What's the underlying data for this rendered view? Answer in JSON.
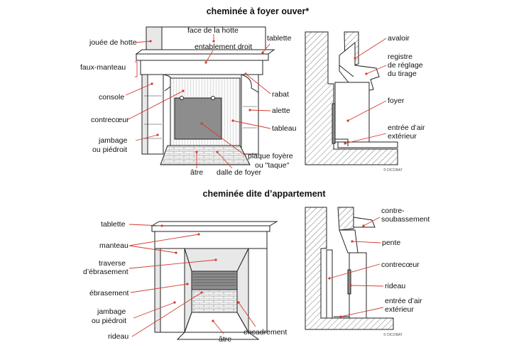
{
  "titles": {
    "top": "cheminée à foyer ouver*",
    "bottom": "cheminée dite d’appartement"
  },
  "top_left_labels": {
    "face_hotte": "face de la hotte",
    "joue_hotte": "jouée de hotte",
    "tablette": "tablette",
    "entablement": "entablement droit",
    "faux_manteau": "faux-manteau",
    "console": "console",
    "rabat": "rabat",
    "contrecoeur": "contrecœur",
    "alette": "alette",
    "tableau": "tableau",
    "jambage_1": "jambage",
    "jambage_2": "ou piédroit",
    "plaque_1": "plaque foyère",
    "plaque_2": "ou \"taque\"",
    "atre": "âtre",
    "dalle": "dalle de foyer"
  },
  "top_right_labels": {
    "avaloir": "avaloir",
    "registre_1": "registre",
    "registre_2": "de réglage",
    "registre_3": "du tirage",
    "foyer": "foyer",
    "entree_1": "entrée d’air",
    "entree_2": "extérieur",
    "copyright": "© DICOBAT"
  },
  "bottom_left_labels": {
    "tablette": "tablette",
    "manteau": "manteau",
    "traverse_1": "traverse",
    "traverse_2": "d’ébrasement",
    "ebrasement": "ébrasement",
    "jambage_1": "jambage",
    "jambage_2": "ou piédroit",
    "rideau": "rideau",
    "atre": "âtre",
    "encadrement": "encadrement"
  },
  "bottom_right_labels": {
    "contre_1": "contre-",
    "contre_2": "soubassement",
    "pente": "pente",
    "contrecoeur": "contrecœur",
    "rideau": "rideau",
    "entree_1": "entrée d’air",
    "entree_2": "extérieur",
    "copyright": "© DICOBAT"
  },
  "colors": {
    "leader": "#d43a2f",
    "line": "#222222",
    "shade": "#e8e8e8",
    "dark": "#8d8d8d"
  }
}
